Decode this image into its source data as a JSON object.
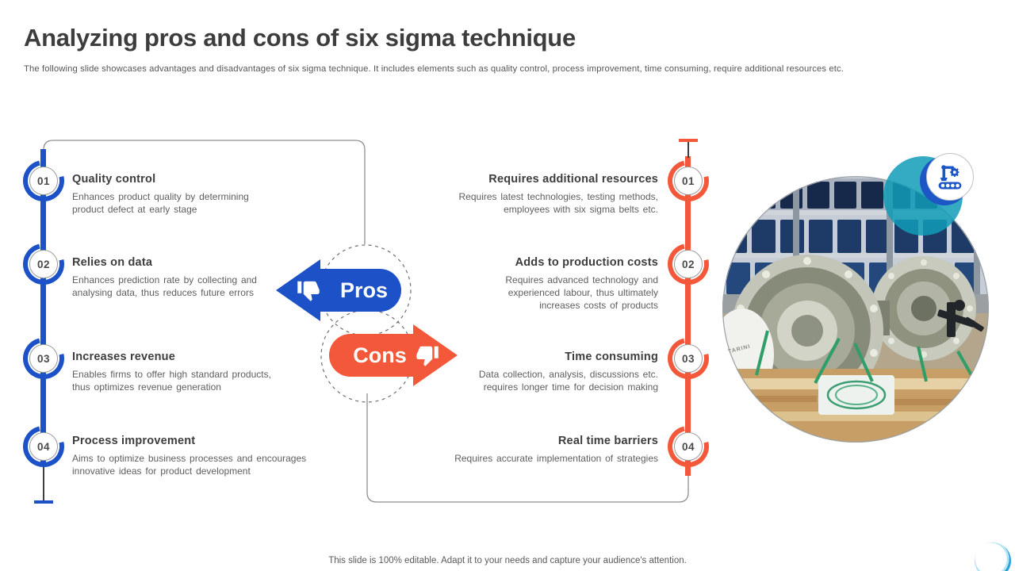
{
  "slide": {
    "title": "Analyzing pros and cons of six sigma technique",
    "subtitle": "The following slide showcases advantages and disadvantages of six sigma technique. It includes elements such as quality control, process improvement, time consuming, require additional resources etc.",
    "footer": "This slide is 100% editable. Adapt it to your needs and capture your audience's attention."
  },
  "pros": {
    "label": "Pros",
    "items": [
      {
        "num": "01",
        "title": "Quality control",
        "desc": "Enhances product quality by determining product defect at early stage"
      },
      {
        "num": "02",
        "title": "Relies on data",
        "desc": "Enhances prediction rate by collecting and analysing data, thus reduces future errors"
      },
      {
        "num": "03",
        "title": "Increases revenue",
        "desc": "Enables firms to offer high standard products, thus optimizes revenue generation"
      },
      {
        "num": "04",
        "title": "Process improvement",
        "desc": "Aims to optimize business processes and encourages innovative ideas for product development"
      }
    ]
  },
  "cons": {
    "label": "Cons",
    "items": [
      {
        "num": "01",
        "title": "Requires additional resources",
        "desc": "Requires latest technologies, testing methods, employees with six sigma belts etc."
      },
      {
        "num": "02",
        "title": "Adds to production costs",
        "desc": "Requires advanced technology and experienced labour, thus ultimately increases costs of products"
      },
      {
        "num": "03",
        "title": "Time consuming",
        "desc": "Data collection, analysis, discussions etc. requires longer time for decision making"
      },
      {
        "num": "04",
        "title": "Real time barriers",
        "desc": "Requires accurate implementation of strategies"
      }
    ]
  },
  "photo": {
    "label_text": "TARINI"
  },
  "colors": {
    "pros_blue": "#1d51c7",
    "cons_red": "#f4583a",
    "teal_accent": "#109cb7",
    "icon_blue": "#1b55c6",
    "text_dark": "#3d3d3d",
    "text_body": "#5e5e5e"
  }
}
